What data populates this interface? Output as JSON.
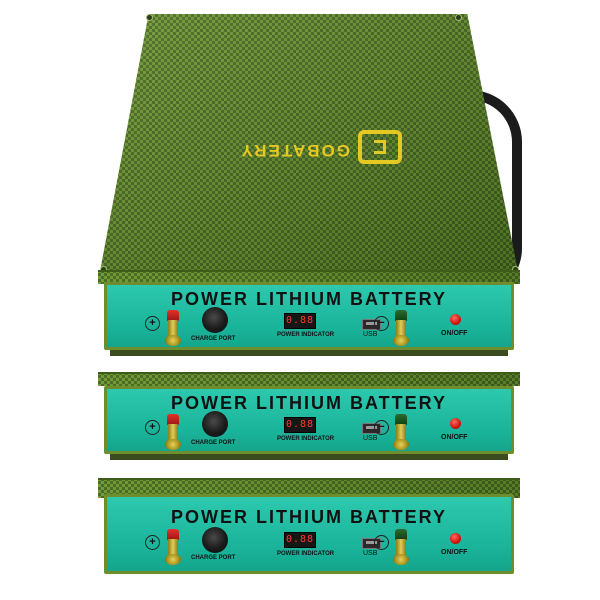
{
  "product": {
    "brand_logo_text": "GOBATERY",
    "modules": [
      {
        "title": "POWER LITHIUM BATTERY",
        "plus": "+",
        "minus": "−",
        "charge_label": "CHARGE PORT",
        "display_value": "0.88",
        "display_label": "POWER INDICATOR",
        "usb_label": "USB",
        "power_label": "ON/OFF"
      },
      {
        "title": "POWER LITHIUM BATTERY",
        "plus": "+",
        "minus": "−",
        "charge_label": "CHARGE PORT",
        "display_value": "0.88",
        "display_label": "POWER INDICATOR",
        "usb_label": "USB",
        "power_label": "ON/OFF"
      },
      {
        "title": "POWER LITHIUM BATTERY",
        "plus": "+",
        "minus": "−",
        "charge_label": "CHARGE PORT",
        "display_value": "0.88",
        "display_label": "POWER INDICATOR",
        "usb_label": "USB",
        "power_label": "ON/OFF"
      }
    ]
  },
  "colors": {
    "casing_green": "#5e8a2a",
    "panel_teal": "#19b39a",
    "logo_yellow": "#e6c823",
    "positive_red": "#e2312a",
    "negative_green": "#2b6b2d",
    "display_red": "#ff3b2e"
  }
}
